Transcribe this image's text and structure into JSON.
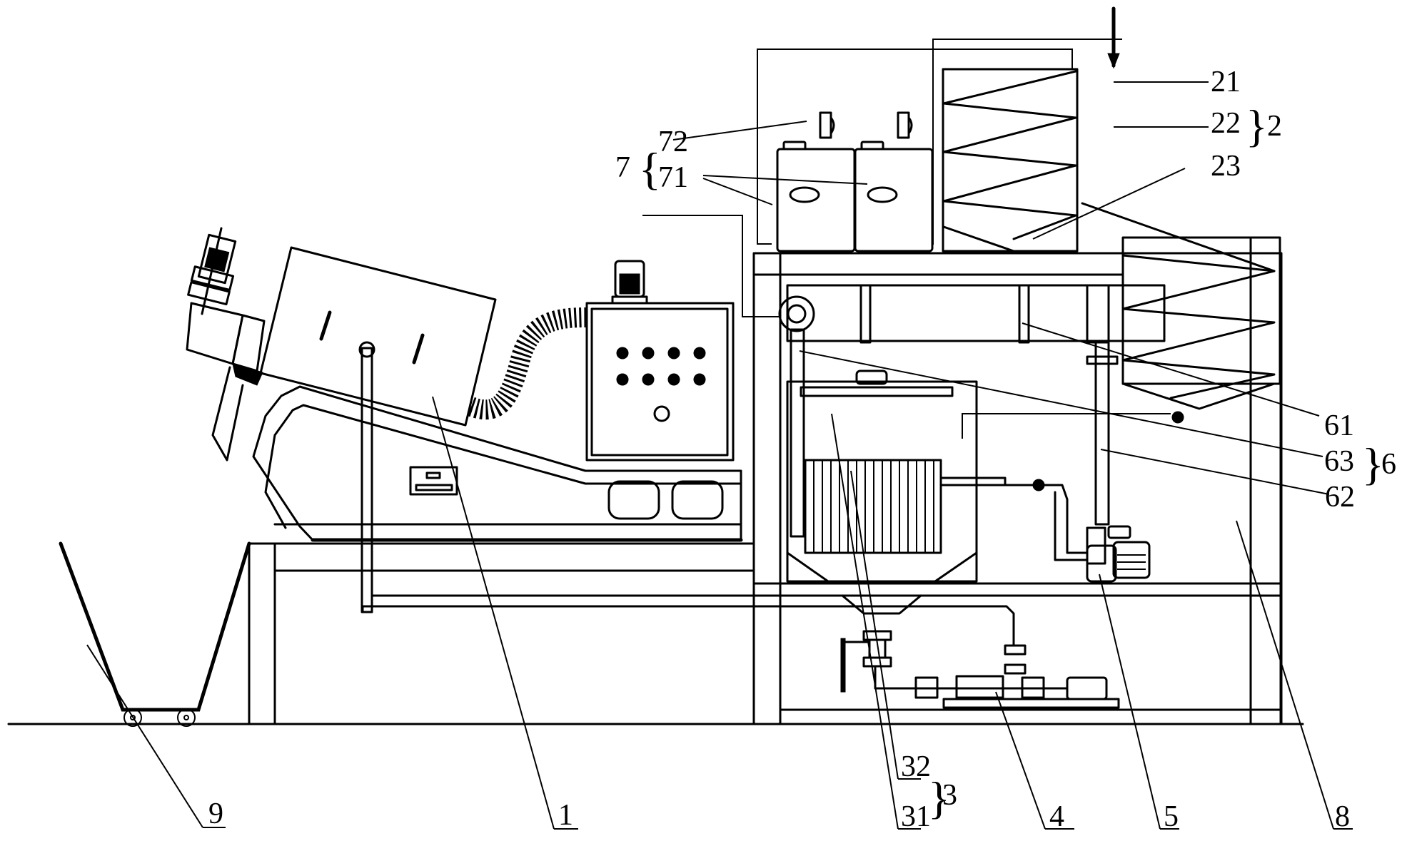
{
  "figure": {
    "type": "patent-line-drawing",
    "subject": "sludge dewatering and water treatment apparatus",
    "colors": {
      "line": "#000000",
      "background": "#ffffff"
    }
  },
  "labels": {
    "l1": "1",
    "l2": "2",
    "l21": "21",
    "l22": "22",
    "l23": "23",
    "l3": "3",
    "l31": "31",
    "l32": "32",
    "l4": "4",
    "l5": "5",
    "l6": "6",
    "l61": "61",
    "l62": "62",
    "l63": "63",
    "l7": "7",
    "l71": "71",
    "l72": "72",
    "l8": "8",
    "l9": "9"
  },
  "groups": [
    {
      "ref": "2",
      "members": [
        "21",
        "22",
        "23"
      ]
    },
    {
      "ref": "3",
      "members": [
        "31",
        "32"
      ]
    },
    {
      "ref": "6",
      "members": [
        "61",
        "63",
        "62"
      ]
    },
    {
      "ref": "7",
      "members": [
        "72",
        "71"
      ]
    }
  ],
  "components": [
    {
      "ref": "1",
      "name": "screw dewatering machine"
    },
    {
      "ref": "2",
      "name": "inclined plate settling unit"
    },
    {
      "ref": "3",
      "name": "filter tank"
    },
    {
      "ref": "4",
      "name": "screw pump"
    },
    {
      "ref": "5",
      "name": "centrifugal pump"
    },
    {
      "ref": "6",
      "name": "piping / mixer assembly"
    },
    {
      "ref": "7",
      "name": "dosing tanks"
    },
    {
      "ref": "8",
      "name": "frame"
    },
    {
      "ref": "9",
      "name": "sludge cart"
    }
  ],
  "control_panel": {
    "indicator_rows": 2,
    "indicators_per_row": 4,
    "switches": 1
  },
  "braces": {
    "open": "{",
    "close": "}"
  }
}
